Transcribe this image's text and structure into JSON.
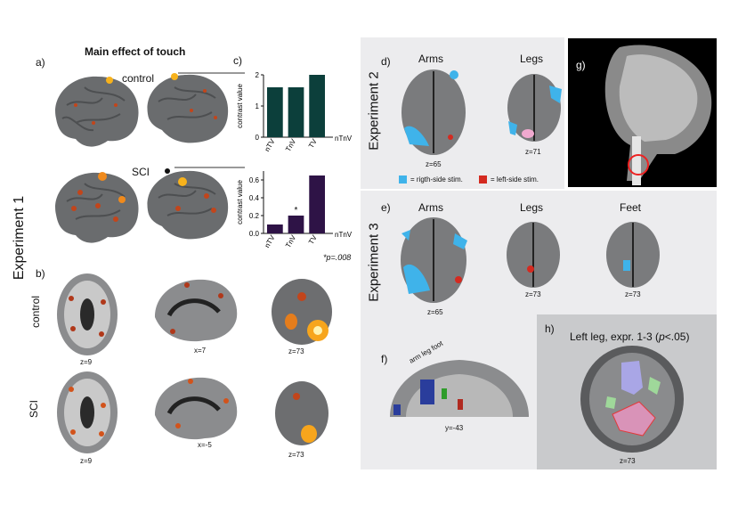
{
  "experiment1": {
    "side_label": "Experiment 1",
    "title": "Main effect of touch",
    "panel_a": "a)",
    "panel_b": "b)",
    "panel_c": "c)",
    "group_control": "control",
    "group_sci": "SCI",
    "slices_control": [
      "z=9",
      "x=7",
      "z=73"
    ],
    "slices_sci": [
      "z=9",
      "x=-5",
      "z=73"
    ],
    "pvalue_note": "*p=.008"
  },
  "chart_data": [
    {
      "type": "bar",
      "categories": [
        "nTV",
        "TnV",
        "TV"
      ],
      "values": [
        1.6,
        1.6,
        2.0
      ],
      "ylabel": "contrast value",
      "xlabel": "nTnV",
      "ylim": [
        0,
        2
      ],
      "yticks": [
        "0",
        "1",
        "2"
      ],
      "color": "#0c3f3b"
    },
    {
      "type": "bar",
      "categories": [
        "nTV",
        "TnV",
        "TV"
      ],
      "values": [
        0.1,
        0.2,
        0.65
      ],
      "ylabel": "contrast value",
      "xlabel": "nTnV",
      "ylim": [
        0,
        0.7
      ],
      "yticks": [
        "0.0",
        "0.2",
        "0.4",
        "0.6"
      ],
      "annotation": "*",
      "color": "#2e1346"
    }
  ],
  "experiment2": {
    "side_label": "Experiment 2",
    "panel_d": "d)",
    "panel_g": "g)",
    "col_arms": "Arms",
    "col_legs": "Legs",
    "slice_arms": "z=65",
    "slice_legs": "z=71",
    "legend_right": "= rigth-side stim.",
    "legend_left": "= left-side stim.",
    "color_right": "#3fb3ea",
    "color_left": "#d42a20"
  },
  "experiment3": {
    "side_label": "Experiment 3",
    "panel_e": "e)",
    "panel_f": "f)",
    "panel_h": "h)",
    "col_arms": "Arms",
    "col_legs": "Legs",
    "col_feet": "Feet",
    "slice_arms": "z=65",
    "slice_legs": "z=73",
    "slice_feet": "z=73",
    "f_labels": "arm leg foot",
    "f_slice": "y=-43",
    "h_title_prefix": "Left leg, expr. 1-3 (",
    "h_title_p": "p",
    "h_title_suffix": "<.05)",
    "h_slice": "z=73"
  }
}
